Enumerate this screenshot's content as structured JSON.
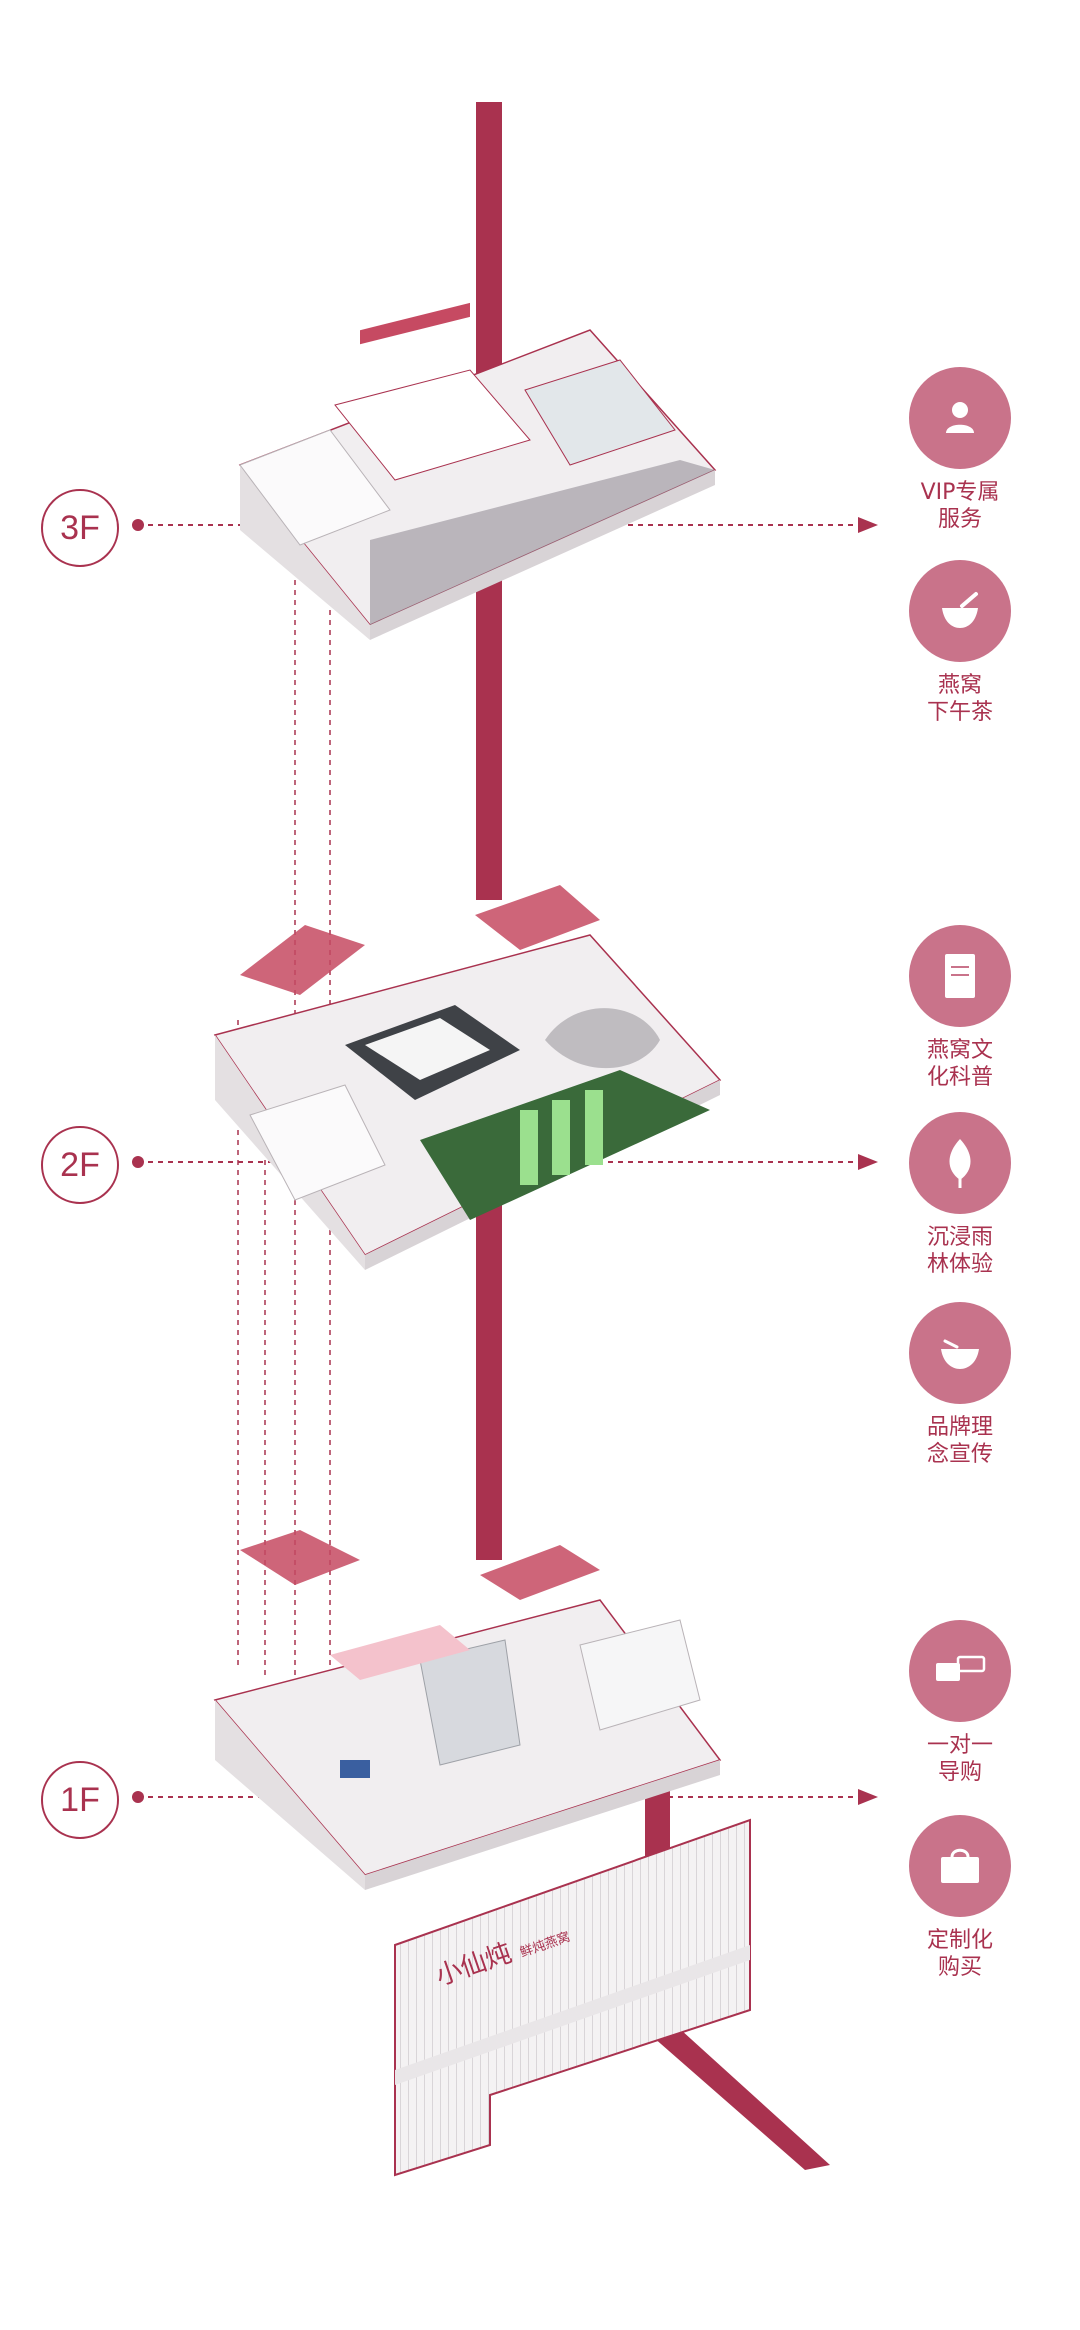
{
  "floors": [
    {
      "label": "3F"
    },
    {
      "label": "2F"
    },
    {
      "label": "1F"
    }
  ],
  "services": [
    {
      "icon": "user-icon",
      "lines": [
        "VIP专属",
        "服务"
      ]
    },
    {
      "icon": "bowl-spoon-icon",
      "lines": [
        "燕窝",
        "下午茶"
      ]
    },
    {
      "icon": "document-icon",
      "lines": [
        "燕窝文",
        "化科普"
      ]
    },
    {
      "icon": "leaf-icon",
      "lines": [
        "沉浸雨",
        "林体验"
      ]
    },
    {
      "icon": "bowl-icon",
      "lines": [
        "品牌理",
        "念宣传"
      ]
    },
    {
      "icon": "chat-icon",
      "lines": [
        "一对一",
        "导购"
      ]
    },
    {
      "icon": "bag-icon",
      "lines": [
        "定制化",
        "购买"
      ]
    }
  ],
  "storefront": {
    "brand_main": "小仙炖",
    "brand_sub": "鲜炖燕窝"
  },
  "colors": {
    "accent": "#a9324f",
    "icon_bg": "#c9738a",
    "garden": "#3a6a3a",
    "wall": "#ebe8ea"
  }
}
